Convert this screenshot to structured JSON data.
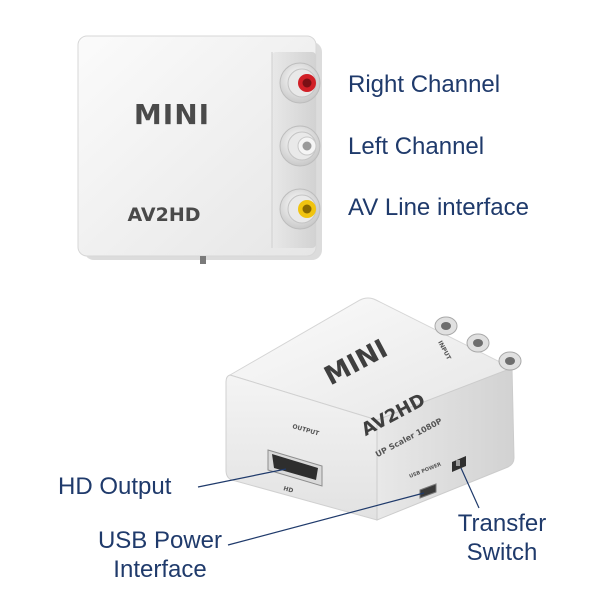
{
  "labels": {
    "right_channel": "Right Channel",
    "left_channel": "Left Channel",
    "av_line": "AV Line interface",
    "hd_output": "HD Output",
    "usb_power_1": "USB Power",
    "usb_power_2": "Interface",
    "transfer_1": "Transfer",
    "transfer_2": "Switch"
  },
  "device": {
    "logo": "MINI",
    "model": "AV2HD",
    "subtitle": "UP Scaler 1080P",
    "input_label": "INPUT",
    "output_label": "OUTPUT",
    "hd_port_label": "HD",
    "usb_port_label": "USB POWER"
  },
  "colors": {
    "label_text": "#1f3a6b",
    "rca_red": "#d12027",
    "rca_yellow": "#f1c40f",
    "rca_white": "#f2f2f2",
    "device_body": "#f1f1f1",
    "device_text": "#555555"
  }
}
